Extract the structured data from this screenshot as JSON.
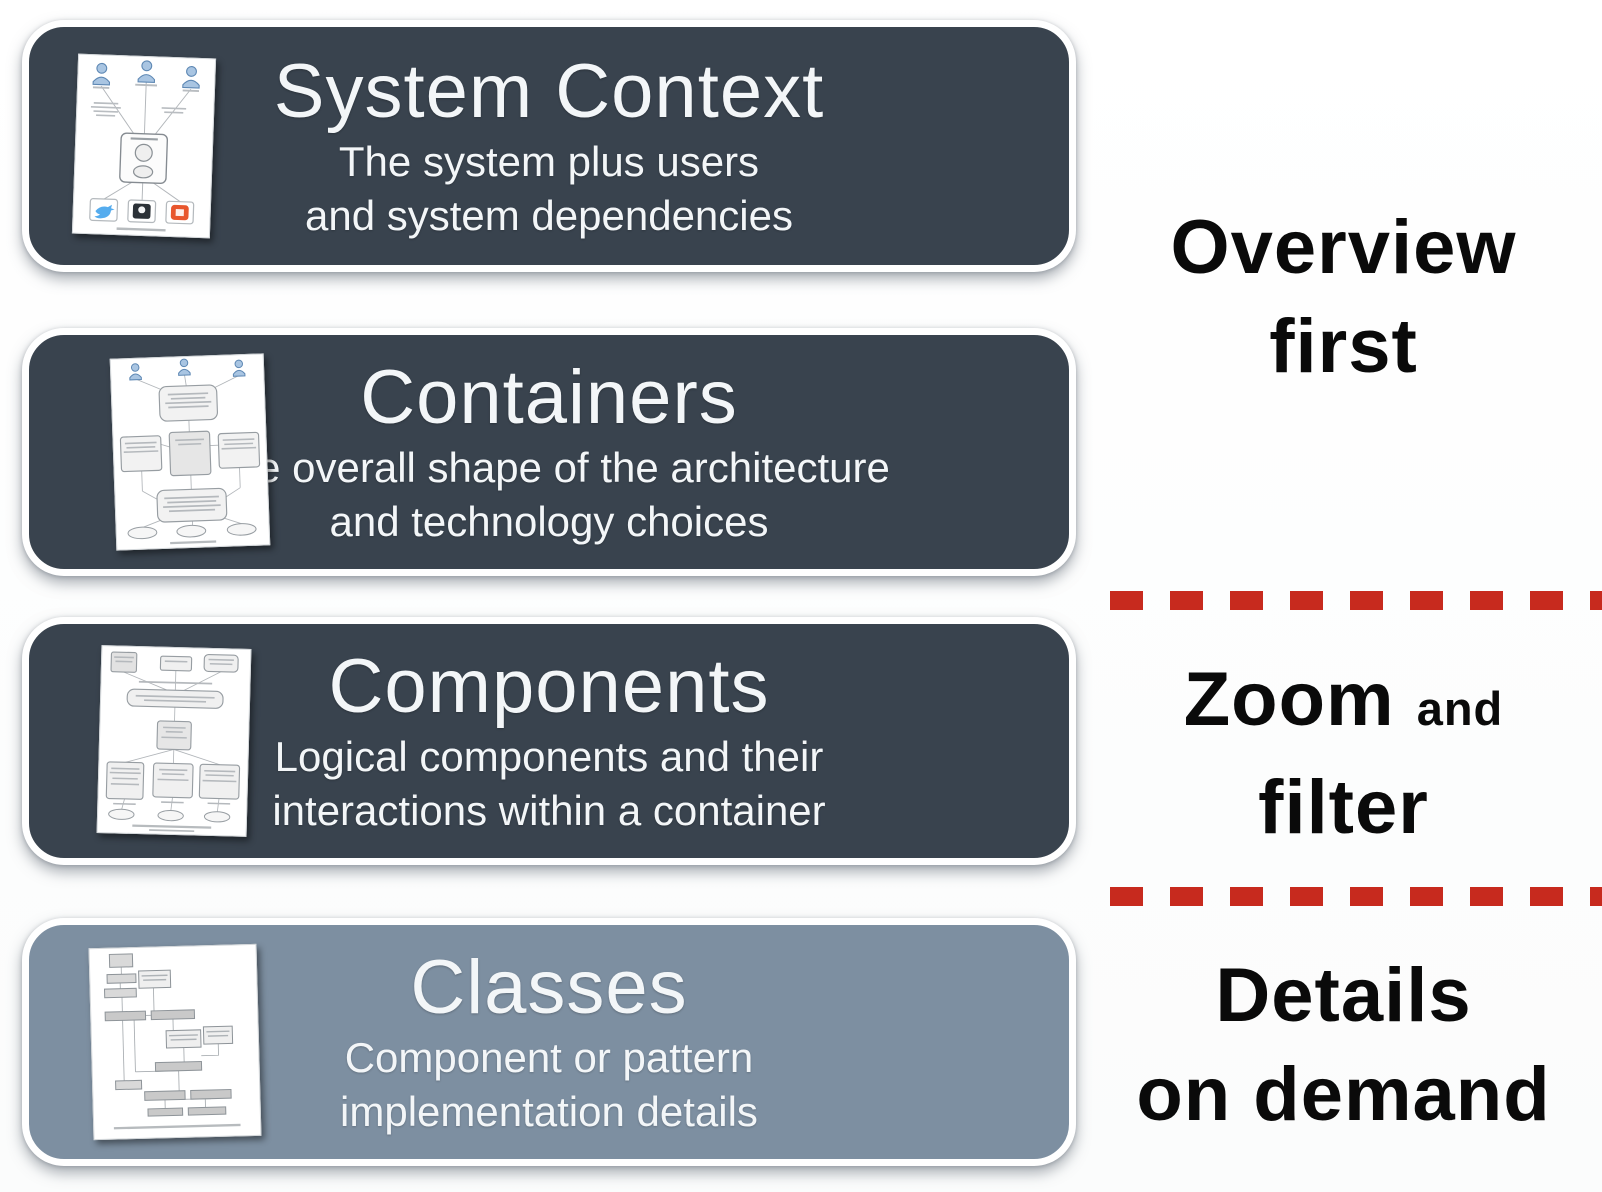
{
  "theme": {
    "box_dark": "#39434e",
    "box_light": "#7d8fa1",
    "box_text": "#f3f6f8",
    "label_text": "#0a0a0a",
    "dash_red": "#c72a1e"
  },
  "levels": [
    {
      "title": "System Context",
      "subtitle": [
        "The system plus users",
        "and system dependencies"
      ]
    },
    {
      "title": "Containers",
      "subtitle": [
        "The overall shape of the architecture",
        "and technology choices"
      ]
    },
    {
      "title": "Components",
      "subtitle": [
        "Logical components and their",
        "interactions within a container"
      ]
    },
    {
      "title": "Classes",
      "subtitle": [
        "Component or pattern",
        "implementation details"
      ]
    }
  ],
  "annotations": {
    "overview": {
      "line1": "Overview",
      "line2": "first"
    },
    "zoom": {
      "word1": "Zoom",
      "word2": "and",
      "line2": "filter"
    },
    "details": {
      "line1": "Details",
      "line2": "on demand"
    }
  }
}
